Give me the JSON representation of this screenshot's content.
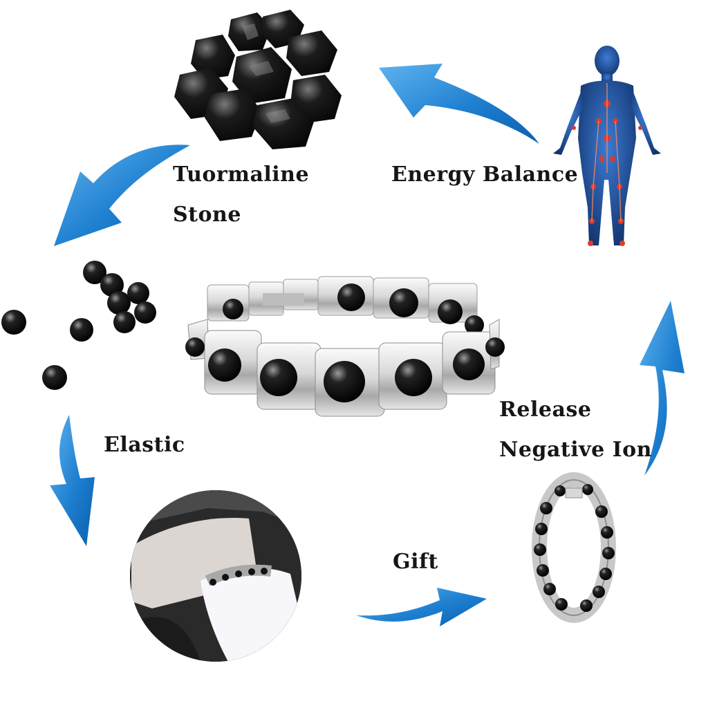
{
  "labels": {
    "tourmaline_line1": "Tuormaline",
    "tourmaline_line2": "Stone",
    "energy_balance": "Energy Balance",
    "elastic": "Elastic",
    "release_line1": "Release",
    "release_line2": "Negative Ion",
    "gift": "Gift"
  },
  "colors": {
    "arrow_main": "#1e7fd0",
    "arrow_dark": "#0b5fae",
    "arrow_light": "#5fb3ee",
    "stone": "#111111",
    "metal_light": "#f2f2f2",
    "metal_dark": "#8c8c8c",
    "body_blue": "#1a4f9c",
    "body_glow": "#e23a2a",
    "text": "#161616"
  },
  "icons": {
    "arrows": [
      "curved-arrow-top",
      "curved-arrow-left",
      "curved-arrow-left-lower",
      "curved-arrow-bottom",
      "curved-arrow-right"
    ],
    "images": [
      "tourmaline-stones-image",
      "human-energy-figure-image",
      "loose-beads-image",
      "bracelet-main-image",
      "wrist-photo-image",
      "bracelet-side-image"
    ]
  }
}
